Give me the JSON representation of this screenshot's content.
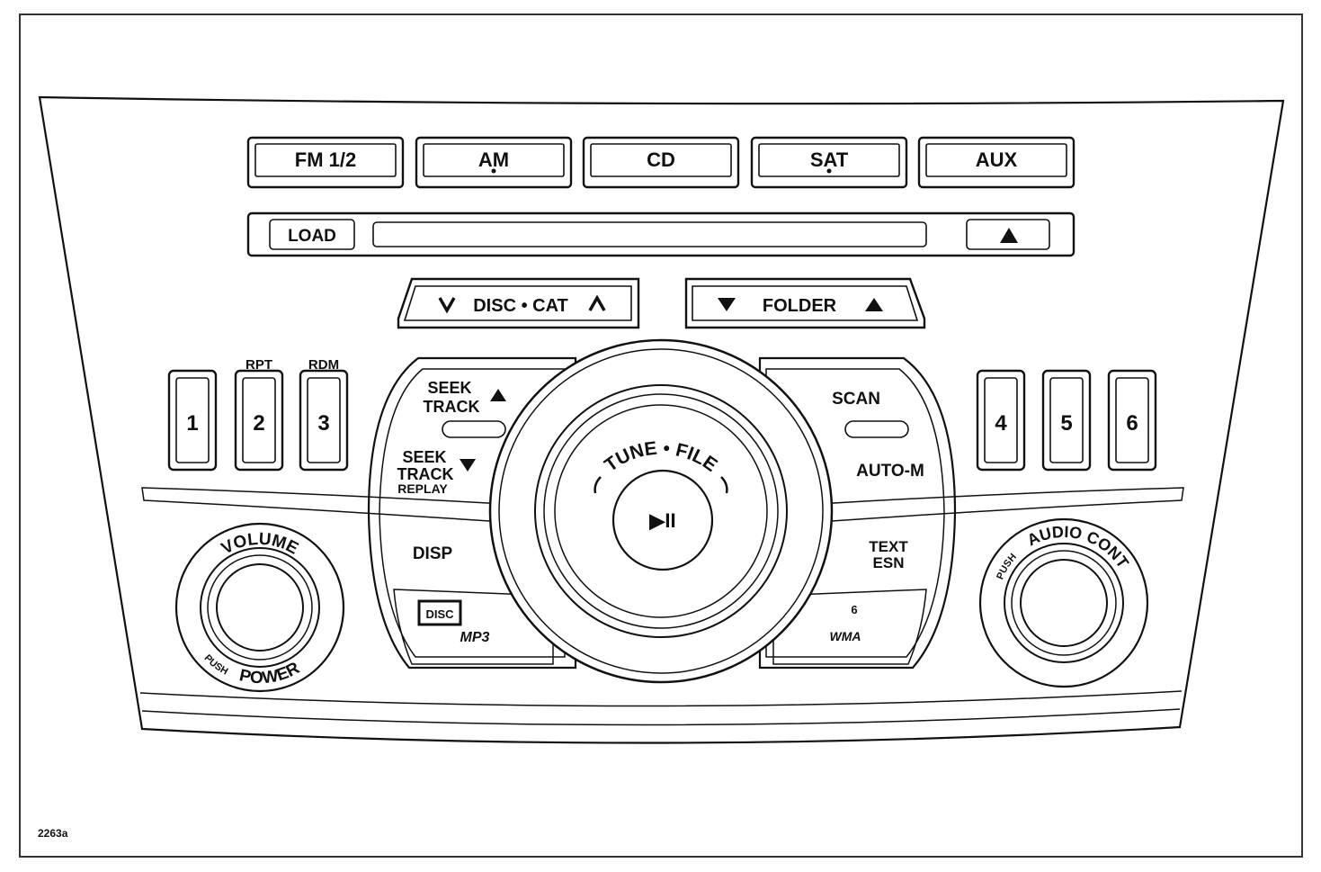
{
  "source_buttons": [
    {
      "name": "fm-button",
      "label": "FM 1/2"
    },
    {
      "name": "am-button",
      "label": "AM"
    },
    {
      "name": "cd-button",
      "label": "CD"
    },
    {
      "name": "sat-button",
      "label": "SAT"
    },
    {
      "name": "aux-button",
      "label": "AUX"
    }
  ],
  "load": {
    "label": "LOAD",
    "eject_icon": "eject-icon"
  },
  "disc_cat": {
    "label": "DISC • CAT",
    "down_icon": "chevron-down-icon",
    "up_icon": "chevron-up-icon"
  },
  "folder": {
    "label": "FOLDER",
    "down_icon": "triangle-down-icon",
    "up_icon": "triangle-up-icon"
  },
  "presets_left": [
    {
      "label": "1",
      "caption": ""
    },
    {
      "label": "2",
      "caption": "RPT"
    },
    {
      "label": "3",
      "caption": "RDM"
    }
  ],
  "presets_right": [
    {
      "label": "4"
    },
    {
      "label": "5"
    },
    {
      "label": "6"
    }
  ],
  "left_cluster": {
    "seek_up_line1": "SEEK",
    "seek_up_line2": "TRACK",
    "seek_down_line1": "SEEK",
    "seek_down_line2": "TRACK",
    "replay": "REPLAY",
    "disp": "DISP",
    "cd_logo_line1": "DISC",
    "cd_logo_line2": "MP3"
  },
  "right_cluster": {
    "scan": "SCAN",
    "auto_m": "AUTO-M",
    "text": "TEXT",
    "esn": "ESN",
    "wma_logo_line1": "6",
    "wma_logo_line2": "WMA"
  },
  "center_knob": {
    "tune_file": "TUNE • FILE",
    "play_pause": "▶II"
  },
  "volume_knob": {
    "top": "VOLUME",
    "push": "PUSH",
    "power": "POWER"
  },
  "audio_knob": {
    "push": "PUSH",
    "audio": "AUDIO CONT"
  },
  "figure_id": "2263a"
}
